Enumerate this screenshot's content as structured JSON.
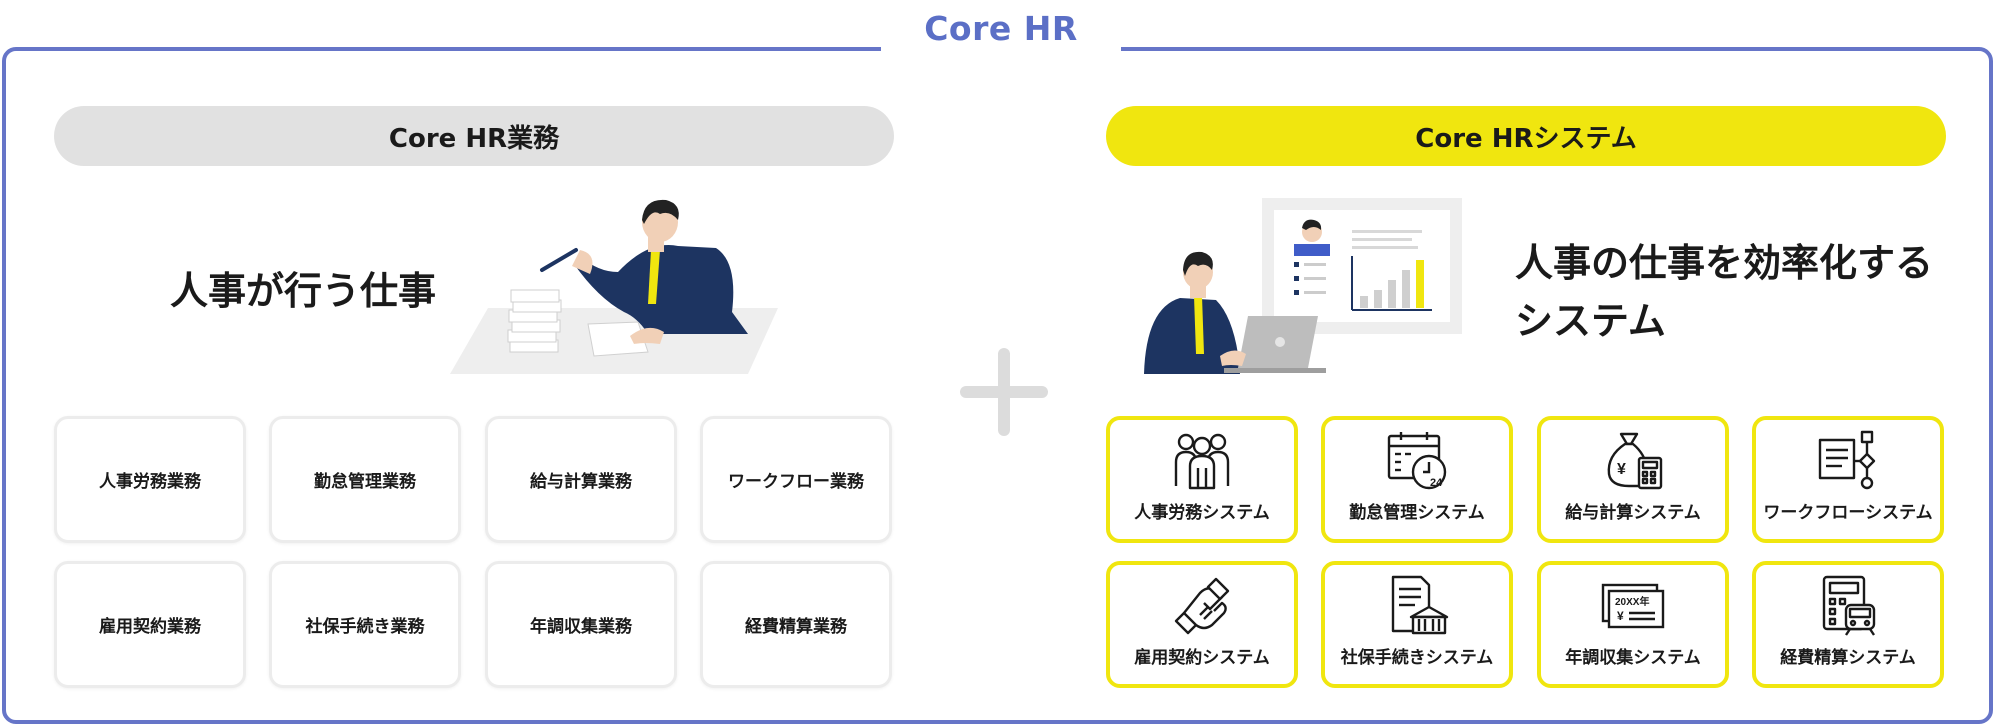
{
  "header": {
    "title": "Core HR"
  },
  "left": {
    "pill_label": "Core HR業務",
    "headline": "人事が行う仕事",
    "tiles": [
      "人事労務業務",
      "勤怠管理業務",
      "給与計算業務",
      "ワークフロー業務",
      "雇用契約業務",
      "社保手続き業務",
      "年調収集業務",
      "経費精算業務"
    ]
  },
  "right": {
    "pill_label": "Core HRシステム",
    "headline_line1": "人事の仕事を効率化する",
    "headline_line2": "システム",
    "tiles": [
      {
        "label": "人事労務システム",
        "icon": "people-group-icon"
      },
      {
        "label": "勤怠管理システム",
        "icon": "calendar-clock-icon"
      },
      {
        "label": "給与計算システム",
        "icon": "money-bag-calculator-icon"
      },
      {
        "label": "ワークフローシステム",
        "icon": "workflow-document-icon"
      },
      {
        "label": "雇用契約システム",
        "icon": "handshake-icon"
      },
      {
        "label": "社保手続きシステム",
        "icon": "document-bank-icon"
      },
      {
        "label": "年調収集システム",
        "icon": "year-end-certificate-icon"
      },
      {
        "label": "経費精算システム",
        "icon": "calculator-train-icon"
      }
    ],
    "certificate_text": "20XX年",
    "yen_symbol": "¥",
    "clock_text": "24"
  },
  "colors": {
    "frame": "#6675c8",
    "title": "#5b6fc6",
    "left_pill": "#e1e1e1",
    "right_pill": "#f0e60f",
    "tile_border_left": "#ececec",
    "tile_border_right": "#f0e60f",
    "plus": "#dcdcdc",
    "suit_navy": "#1d3461",
    "tie_yellow": "#f0e60f"
  }
}
